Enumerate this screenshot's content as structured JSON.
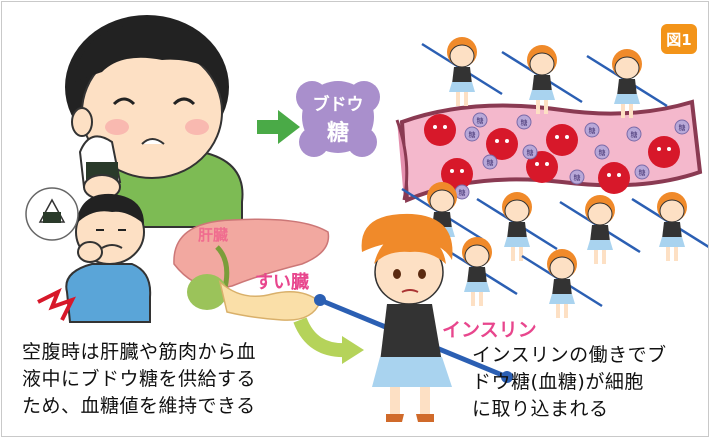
{
  "figure_badge": "図1",
  "labels": {
    "liver": "肝臓",
    "pancreas": "すい臓",
    "insulin": "インスリン",
    "glucose_bubble_line1": "ブドウ",
    "glucose_bubble_line2": "糖"
  },
  "captions": {
    "left": [
      "空腹時は肝臓や筋肉から血",
      "液中にブドウ糖を供給する",
      "ため、血糖値を維持できる"
    ],
    "right": [
      "インスリンの働きでブ",
      "ドウ糖(血糖)が細胞",
      "に取り込まれる"
    ]
  },
  "glucose_particle_text": "糖",
  "colors": {
    "badge": "#f39419",
    "vessel": "#f4b8cc",
    "vessel_outline": "#8a3a52",
    "red_cell": "#d7182a",
    "glucose_particle": "#b8a8d8",
    "bubble": "#a98fcc",
    "arrow_green": "#4aaa47",
    "pink_text": "#e8468d",
    "shirt_green": "#7dbb54",
    "skin": "#fde0c4",
    "insulin_hair": "#f08a2a"
  }
}
